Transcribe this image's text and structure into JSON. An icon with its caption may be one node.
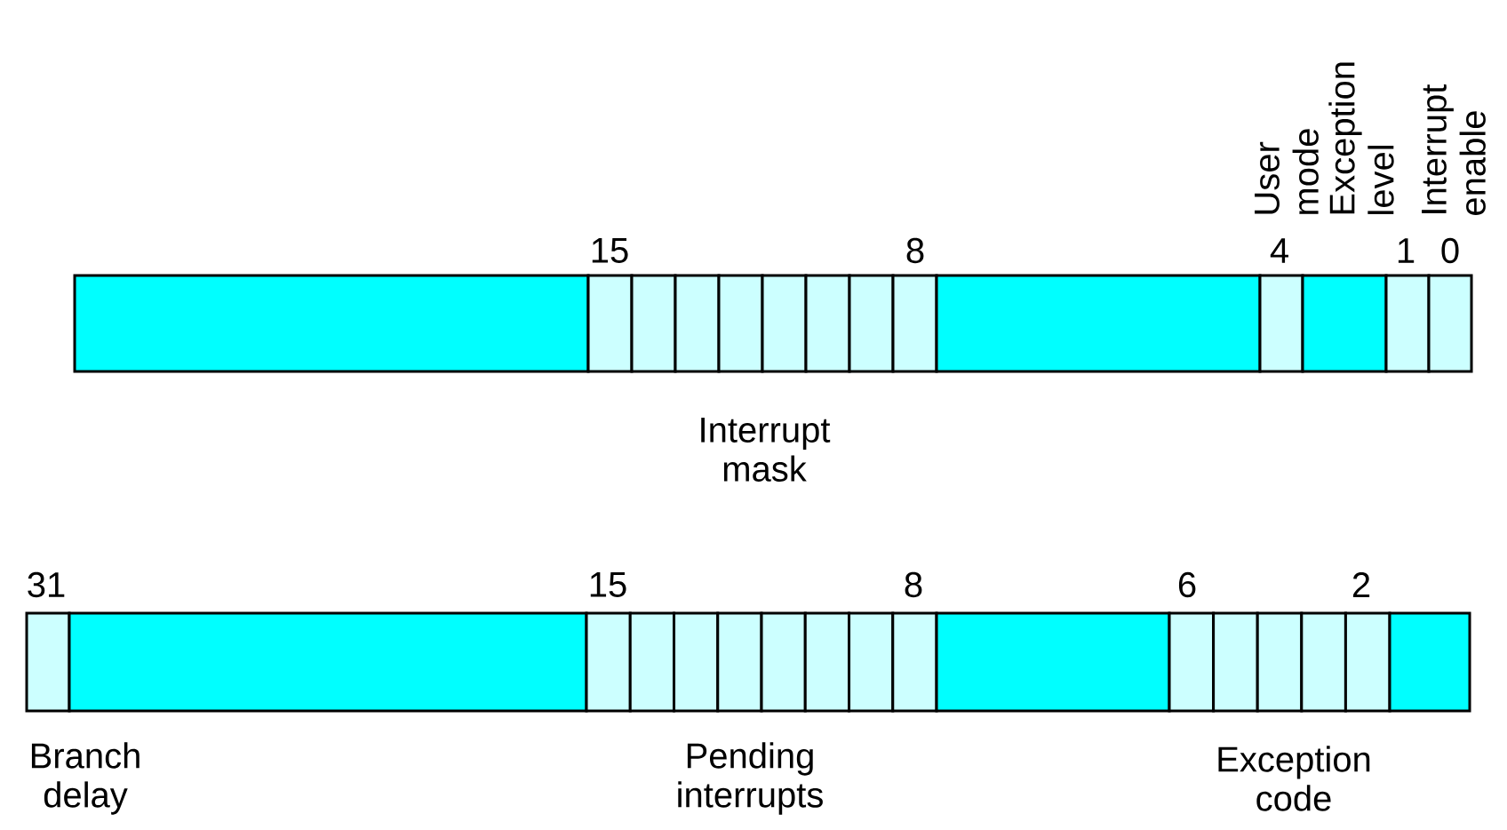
{
  "diagram": {
    "labels": [
      "User mode",
      "Exception level",
      "Interrupt enable",
      "15",
      "8",
      "4",
      "1",
      "0",
      "Interrupt mask",
      "31",
      "15",
      "8",
      "6",
      "2",
      "Branch delay",
      "Pending interrupts",
      "Exception code"
    ]
  }
}
